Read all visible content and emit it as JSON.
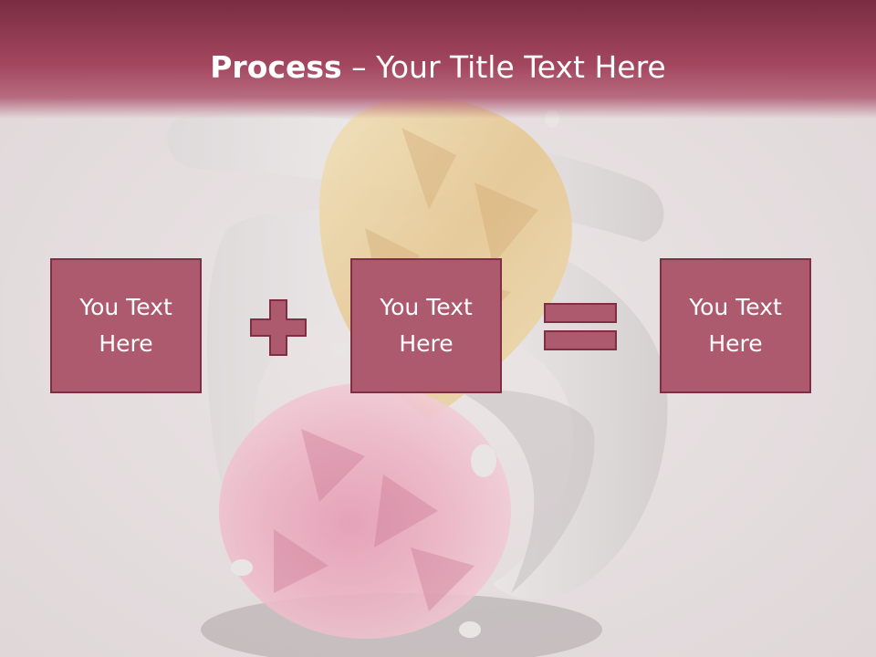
{
  "title": {
    "bold": "Process",
    "rest": " – Your Title Text Here"
  },
  "boxes": [
    {
      "text": "You Text Here"
    },
    {
      "text": "You Text Here"
    },
    {
      "text": "You Text Here"
    }
  ],
  "operators": {
    "first": "plus-icon",
    "second": "equals-icon"
  },
  "colors": {
    "header": "#a3475f",
    "box_fill": "#ad5a6f",
    "box_border": "#7e2f44",
    "background": "#e6dfe0"
  }
}
